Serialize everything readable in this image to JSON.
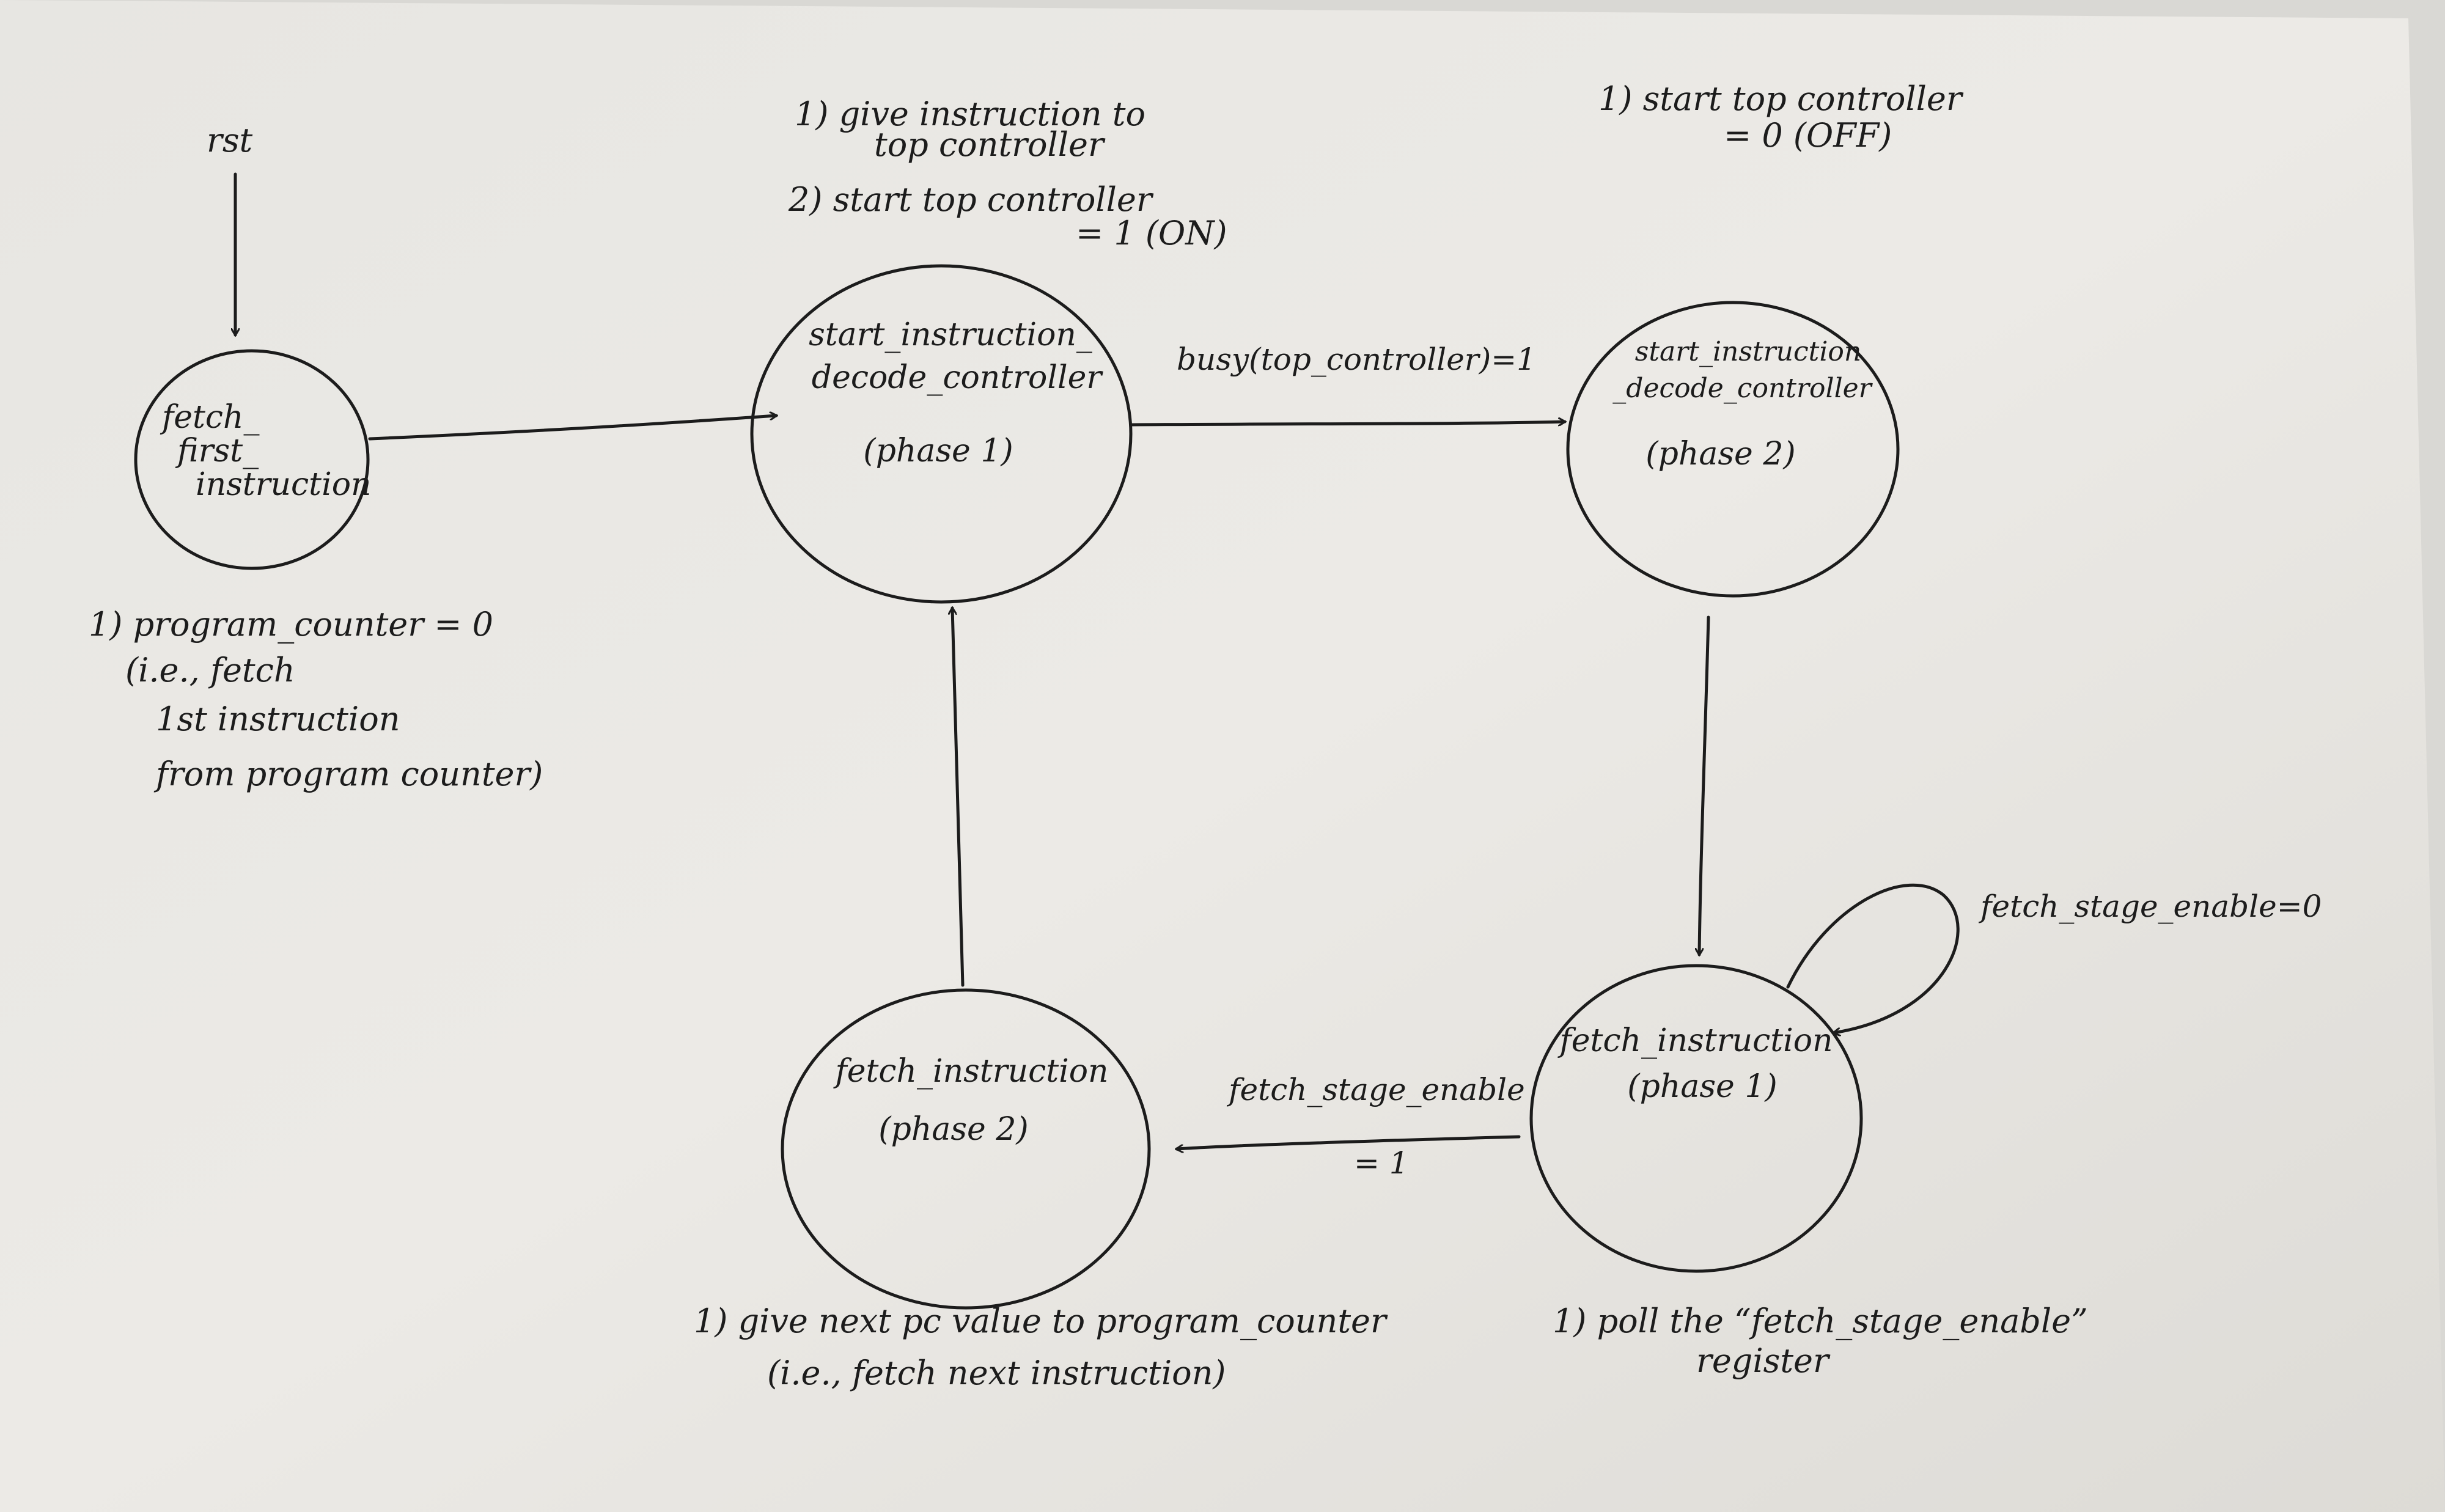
{
  "diagram": {
    "reset_label": "rst",
    "states": {
      "fetch_first": {
        "line1": "fetch_",
        "line2": "first_",
        "line3": "instruction"
      },
      "decode_p1": {
        "line1": "start_instruction_",
        "line2": "decode_controller",
        "line3": "(phase 1)"
      },
      "decode_p2": {
        "line1": "start_instruction",
        "line2": "_decode_controller",
        "line3": "(phase 2)"
      },
      "fetch_p1": {
        "line1": "fetch_instruction",
        "line2": "(phase 1)"
      },
      "fetch_p2": {
        "line1": "fetch_instruction",
        "line2": "(phase 2)"
      }
    },
    "transitions": {
      "busy": "busy(top_controller)=1",
      "fetch_enable_0": "fetch_stage_enable=0",
      "fetch_enable_1_a": "fetch_stage_enable",
      "fetch_enable_1_b": "= 1"
    },
    "notes": {
      "decode_p1": {
        "l1": "1) give instruction to",
        "l2": "top controller",
        "l3": "2) start top controller",
        "l4": "= 1 (ON)"
      },
      "decode_p2": {
        "l1": "1) start top controller",
        "l2": "= 0 (OFF)"
      },
      "fetch_first": {
        "l1": "1) program_counter = 0",
        "l2": "(i.e., fetch",
        "l3": "1st instruction",
        "l4": "from program counter)"
      },
      "fetch_p2": {
        "l1": "1) give next pc value to program_counter",
        "l2": "(i.e., fetch next instruction)"
      },
      "fetch_p1": {
        "l1": "1) poll the “fetch_stage_enable”",
        "l2": "register"
      }
    }
  }
}
